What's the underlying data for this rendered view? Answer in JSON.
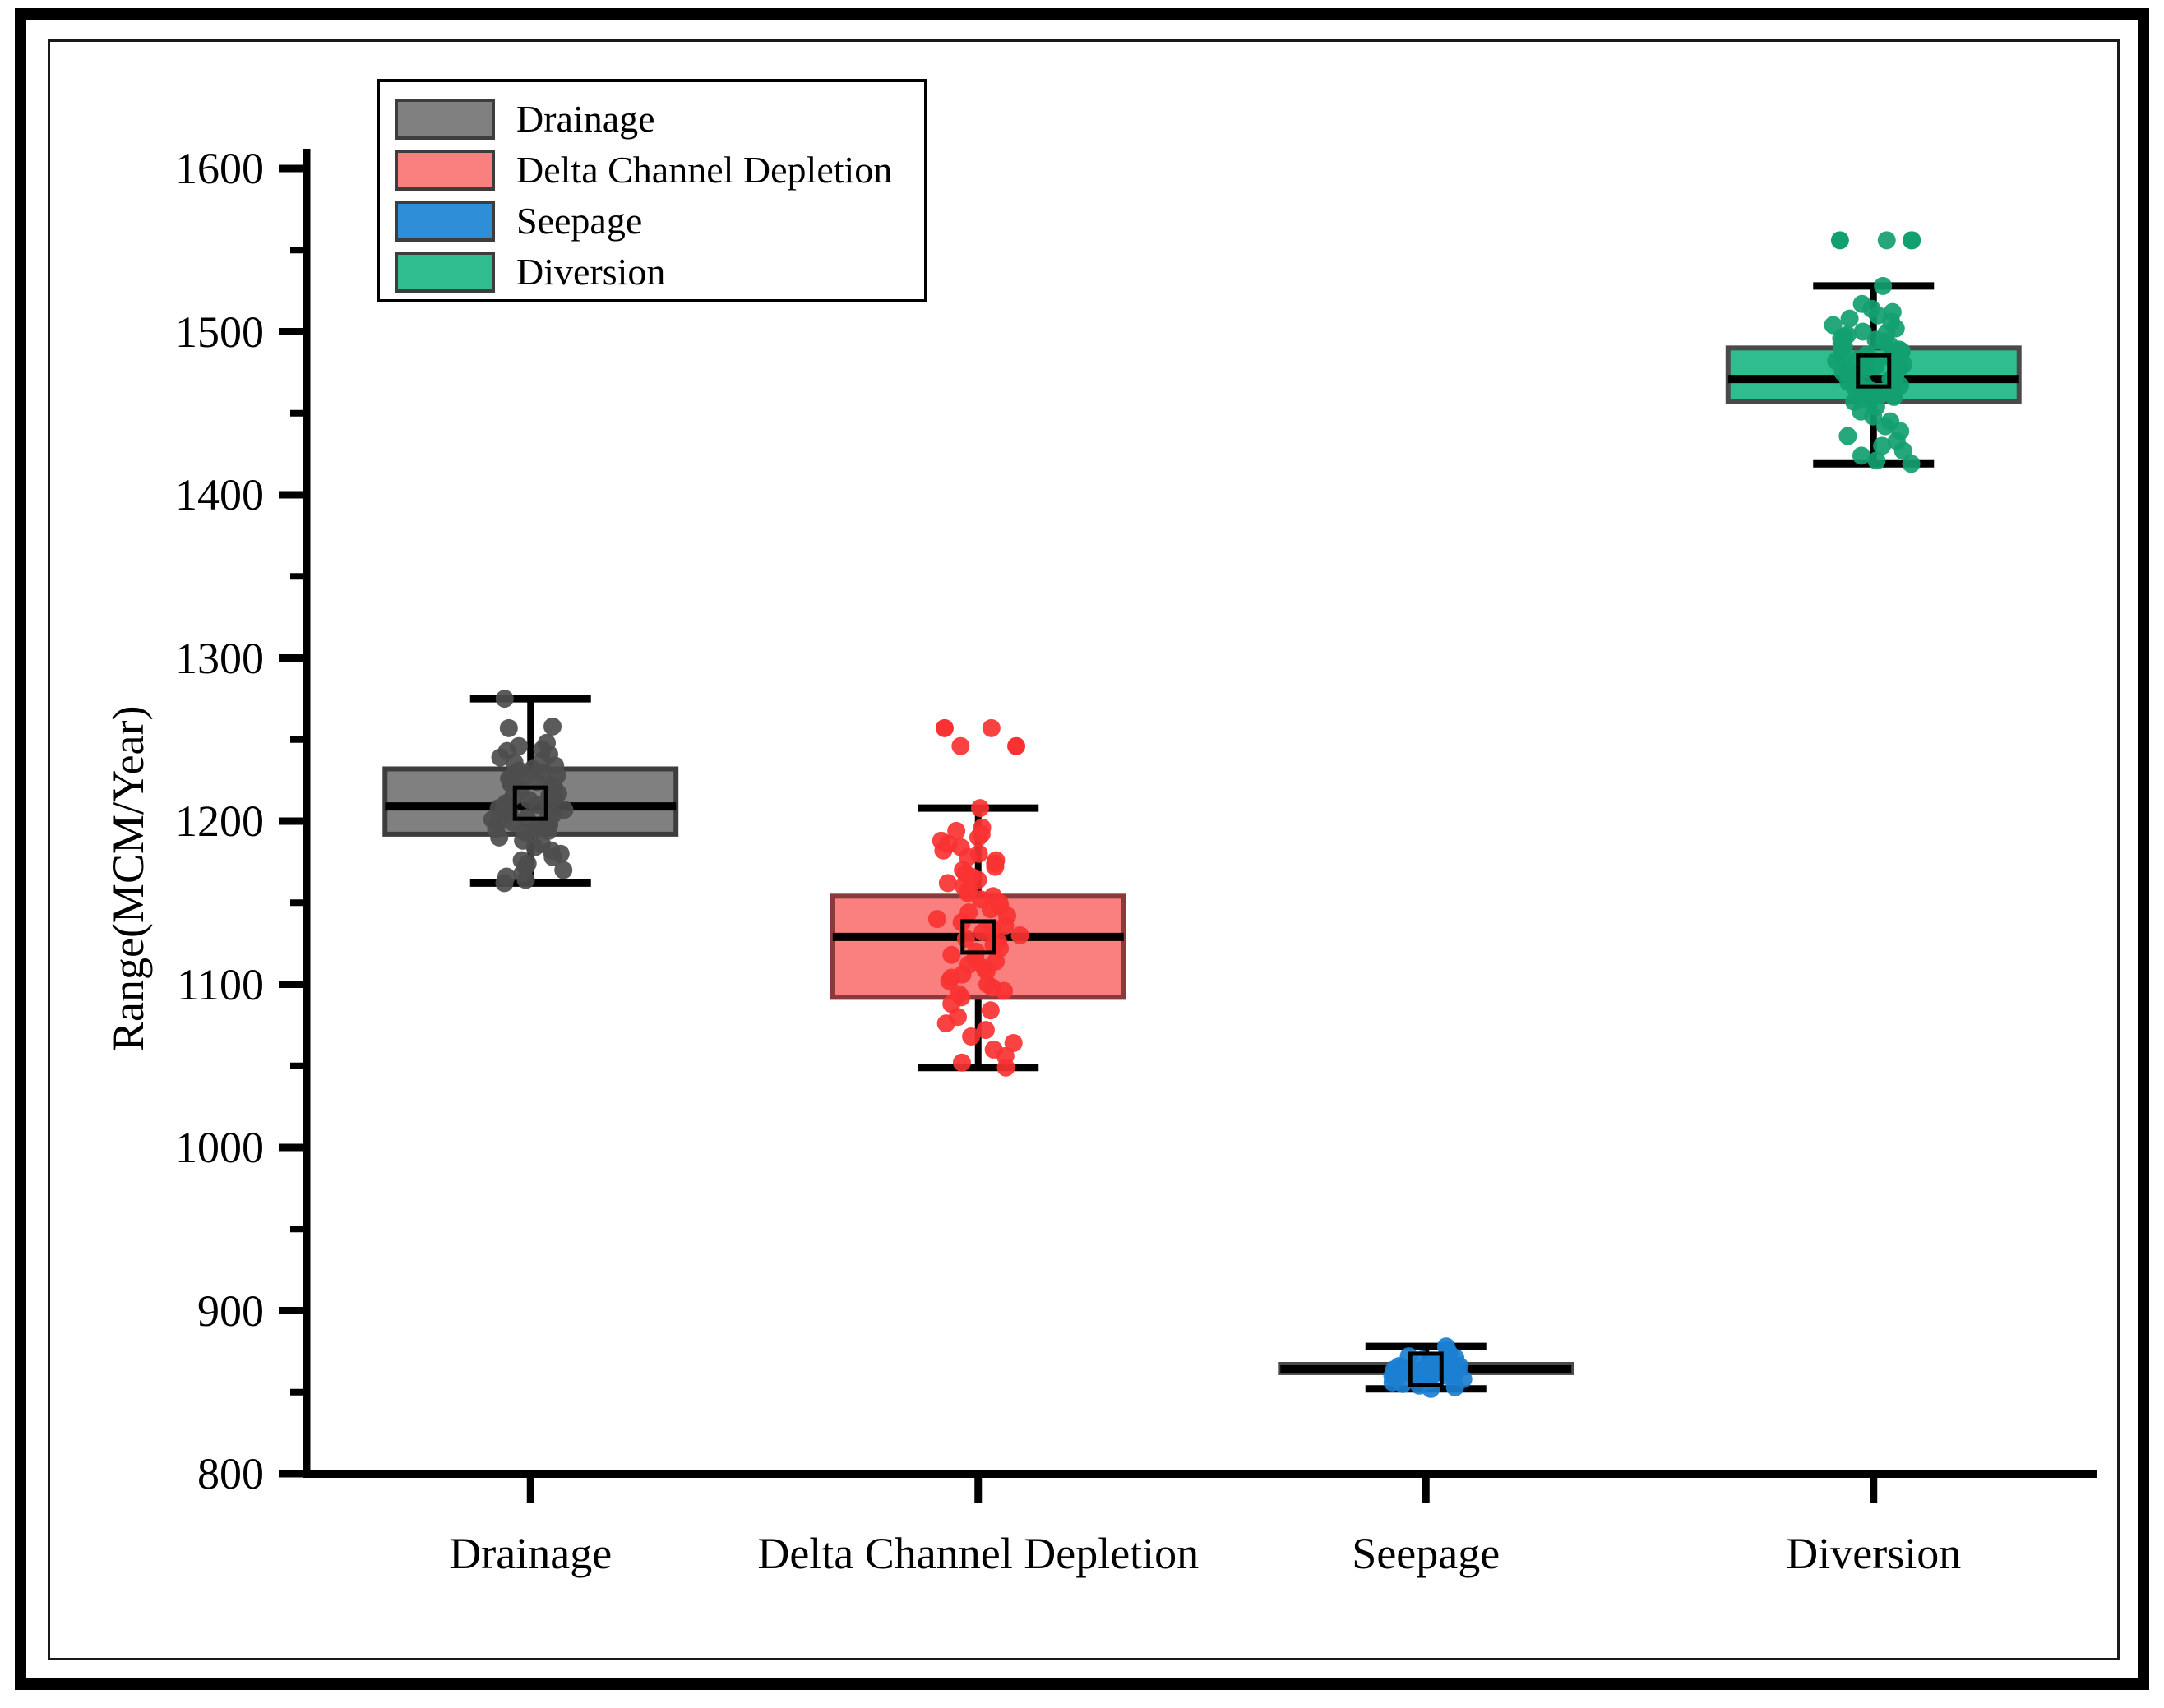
{
  "chart_data": {
    "type": "boxplot",
    "title": "",
    "xlabel": "",
    "ylabel": "Range(MCM/Year)",
    "ylim": [
      800,
      1600
    ],
    "ytick_step": 100,
    "yticks": [
      800,
      900,
      1000,
      1100,
      1200,
      1300,
      1400,
      1500,
      1600
    ],
    "ytick_labels": [
      "800",
      "900",
      "1000",
      "1100",
      "1200",
      "1300",
      "1400",
      "1500",
      "1600"
    ],
    "minor_ticks": true,
    "grid": false,
    "legend_position": "top-left",
    "categories": [
      "Drainage",
      "Delta Channel Depletion",
      "Seepage",
      "Diversion"
    ],
    "series": [
      {
        "name": "Drainage",
        "color": "#808080",
        "edge_color": "#3d3d3d",
        "point_color": "#4d4d4d",
        "whisker_low": 1162,
        "q1": 1192,
        "median": 1209,
        "mean": 1211,
        "q3": 1232,
        "whisker_high": 1275,
        "outliers": [],
        "points": [
          1275,
          1258,
          1257,
          1248,
          1246,
          1244,
          1243,
          1241,
          1239,
          1237,
          1236,
          1234,
          1232,
          1231,
          1230,
          1229,
          1228,
          1227,
          1226,
          1225,
          1224,
          1223,
          1222,
          1221,
          1220,
          1219,
          1218,
          1217,
          1216,
          1215,
          1214,
          1213,
          1212,
          1211,
          1210,
          1209,
          1208,
          1207,
          1206,
          1205,
          1204,
          1203,
          1202,
          1201,
          1200,
          1199,
          1198,
          1197,
          1196,
          1195,
          1194,
          1193,
          1192,
          1190,
          1188,
          1186,
          1184,
          1182,
          1180,
          1178,
          1176,
          1174,
          1172,
          1170,
          1168,
          1166,
          1164,
          1162
        ]
      },
      {
        "name": "Delta Channel Depletion",
        "color": "#fa8080",
        "edge_color": "#8a3a3a",
        "point_color": "#f83232",
        "whisker_low": 1049,
        "q1": 1092,
        "median": 1129,
        "mean": 1129,
        "q3": 1154,
        "whisker_high": 1208,
        "outliers": [
          1257,
          1246
        ],
        "points": [
          1257,
          1246,
          1208,
          1196,
          1194,
          1192,
          1190,
          1188,
          1186,
          1184,
          1182,
          1180,
          1178,
          1176,
          1174,
          1172,
          1170,
          1168,
          1166,
          1164,
          1162,
          1160,
          1158,
          1156,
          1154,
          1152,
          1150,
          1148,
          1146,
          1144,
          1142,
          1140,
          1138,
          1136,
          1134,
          1132,
          1130,
          1128,
          1126,
          1124,
          1122,
          1120,
          1118,
          1116,
          1114,
          1112,
          1110,
          1108,
          1106,
          1104,
          1102,
          1100,
          1098,
          1096,
          1094,
          1092,
          1088,
          1084,
          1080,
          1076,
          1072,
          1068,
          1064,
          1060,
          1056,
          1052,
          1049
        ]
      },
      {
        "name": "Seepage",
        "color": "#2e8fd8",
        "edge_color": "#4a4a4a",
        "point_color": "#1b7fd1",
        "whisker_low": 852,
        "q1": 862,
        "median": 864,
        "mean": 864,
        "q3": 867,
        "whisker_high": 878,
        "outliers": [],
        "points": [
          878,
          876,
          874,
          872,
          871,
          870,
          869,
          868,
          868,
          867,
          867,
          867,
          866,
          866,
          866,
          866,
          865,
          865,
          865,
          865,
          865,
          864,
          864,
          864,
          864,
          864,
          864,
          864,
          863,
          863,
          863,
          863,
          863,
          863,
          862,
          862,
          862,
          862,
          862,
          861,
          861,
          861,
          860,
          860,
          860,
          859,
          859,
          858,
          858,
          857,
          856,
          855,
          854,
          853,
          852
        ]
      },
      {
        "name": "Diversion",
        "color": "#2fbd8f",
        "edge_color": "#4a4a4a",
        "point_color": "#12a070",
        "whisker_low": 1419,
        "q1": 1457,
        "median": 1471,
        "mean": 1476,
        "q3": 1490,
        "whisker_high": 1528,
        "outliers": [
          1556,
          1556
        ],
        "points": [
          1556,
          1556,
          1528,
          1517,
          1514,
          1512,
          1510,
          1508,
          1506,
          1504,
          1502,
          1500,
          1499,
          1498,
          1497,
          1496,
          1495,
          1494,
          1493,
          1492,
          1491,
          1490,
          1489,
          1488,
          1487,
          1486,
          1485,
          1484,
          1483,
          1482,
          1481,
          1480,
          1479,
          1478,
          1477,
          1476,
          1475,
          1474,
          1473,
          1472,
          1471,
          1470,
          1469,
          1468,
          1467,
          1466,
          1465,
          1464,
          1463,
          1462,
          1461,
          1460,
          1459,
          1458,
          1457,
          1454,
          1451,
          1448,
          1445,
          1442,
          1439,
          1436,
          1433,
          1430,
          1427,
          1424,
          1421,
          1419
        ]
      }
    ]
  },
  "legend": {
    "items": [
      {
        "label": "Drainage",
        "color": "#808080"
      },
      {
        "label": "Delta Channel Depletion",
        "color": "#fa8080"
      },
      {
        "label": "Seepage",
        "color": "#2e8fd8"
      },
      {
        "label": "Diversion",
        "color": "#2fbd8f"
      }
    ]
  },
  "axes": {
    "y_axis_title": "Range(MCM/Year)",
    "x_tick_labels": [
      "Drainage",
      "Delta Channel Depletion",
      "Seepage",
      "Diversion"
    ],
    "y_tick_labels": [
      "1600",
      "1500",
      "1400",
      "1300",
      "1200",
      "1100",
      "1000",
      "900",
      "800"
    ]
  }
}
